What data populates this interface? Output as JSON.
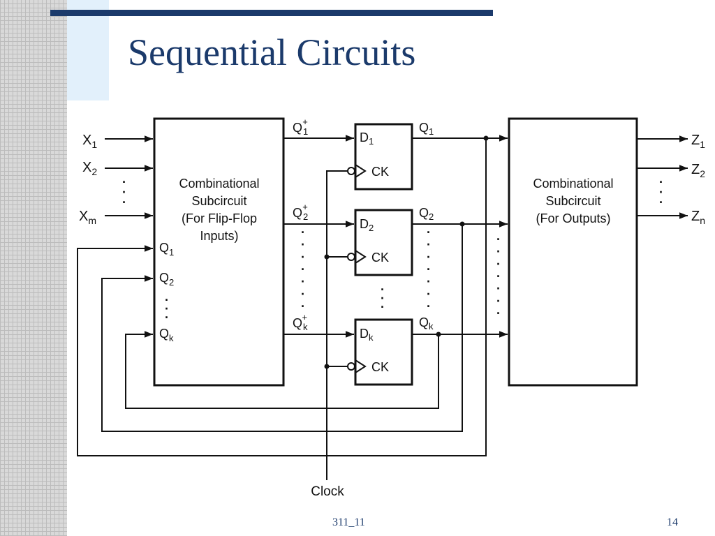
{
  "slide": {
    "title": "Sequential Circuits",
    "footer_label": "311_11",
    "page_number": "14"
  },
  "diagram": {
    "inputs": [
      {
        "base": "X",
        "sub": "1"
      },
      {
        "base": "X",
        "sub": "2"
      },
      {
        "base": "X",
        "sub": "m"
      }
    ],
    "feedback_inputs": [
      {
        "base": "Q",
        "sub": "1"
      },
      {
        "base": "Q",
        "sub": "2"
      },
      {
        "base": "Q",
        "sub": "k"
      }
    ],
    "next_state_labels": [
      {
        "base": "Q",
        "sub": "1",
        "sup": "+"
      },
      {
        "base": "Q",
        "sub": "2",
        "sup": "+"
      },
      {
        "base": "Q",
        "sub": "k",
        "sup": "+"
      }
    ],
    "flip_flops": [
      {
        "d_base": "D",
        "d_sub": "1",
        "ck": "CK",
        "q_base": "Q",
        "q_sub": "1"
      },
      {
        "d_base": "D",
        "d_sub": "2",
        "ck": "CK",
        "q_base": "Q",
        "q_sub": "2"
      },
      {
        "d_base": "D",
        "d_sub": "k",
        "ck": "CK",
        "q_base": "Q",
        "q_sub": "k"
      }
    ],
    "outputs": [
      {
        "base": "Z",
        "sub": "1"
      },
      {
        "base": "Z",
        "sub": "2"
      },
      {
        "base": "Z",
        "sub": "n"
      }
    ],
    "left_block": [
      "Combinational",
      "Subcircuit",
      "(For Flip-Flop",
      "Inputs)"
    ],
    "right_block": [
      "Combinational",
      "Subcircuit",
      "(For Outputs)"
    ],
    "clock_label": "Clock",
    "ellipsis": "·",
    "line_color": "#111111"
  }
}
